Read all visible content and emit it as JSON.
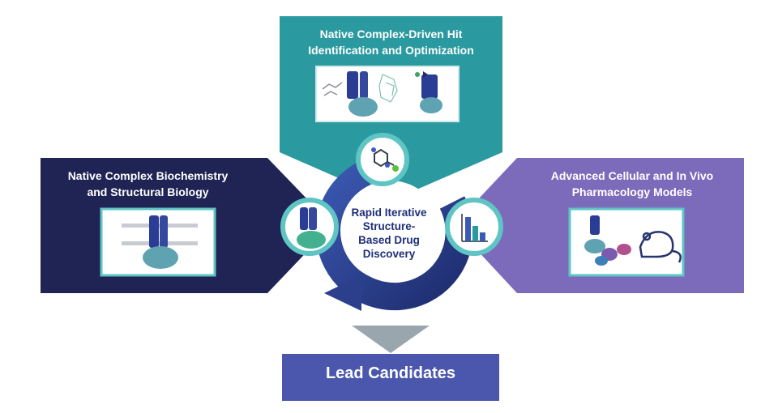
{
  "panels": {
    "top_title_line1": "Native Complex-Driven Hit",
    "top_title_line2": "Identification and Optimization",
    "left_title_line1": "Native Complex Biochemistry",
    "left_title_line2": "and Structural Biology",
    "right_title_line1": "Advanced Cellular and In Vivo",
    "right_title_line2": "Pharmacology Models"
  },
  "center": {
    "line1": "Rapid Iterative",
    "line2": "Structure-",
    "line3": "Based Drug",
    "line4": "Discovery"
  },
  "lead": {
    "label": "Lead Candidates"
  },
  "colors": {
    "left_panel": "#1f2455",
    "top_panel": "#2a9aa0",
    "right_panel": "#7c6bbb",
    "cycle_arrow": "#2c3f8c",
    "lead_box": "#4b57ad",
    "circle_border": "#5ec4c4",
    "down_arrow": "#9aa6ad"
  },
  "icons": [
    "protein-in-membrane-icon",
    "small-molecule-icon",
    "bar-chart-icon",
    "mouse-icon",
    "protein-complex-icon"
  ]
}
